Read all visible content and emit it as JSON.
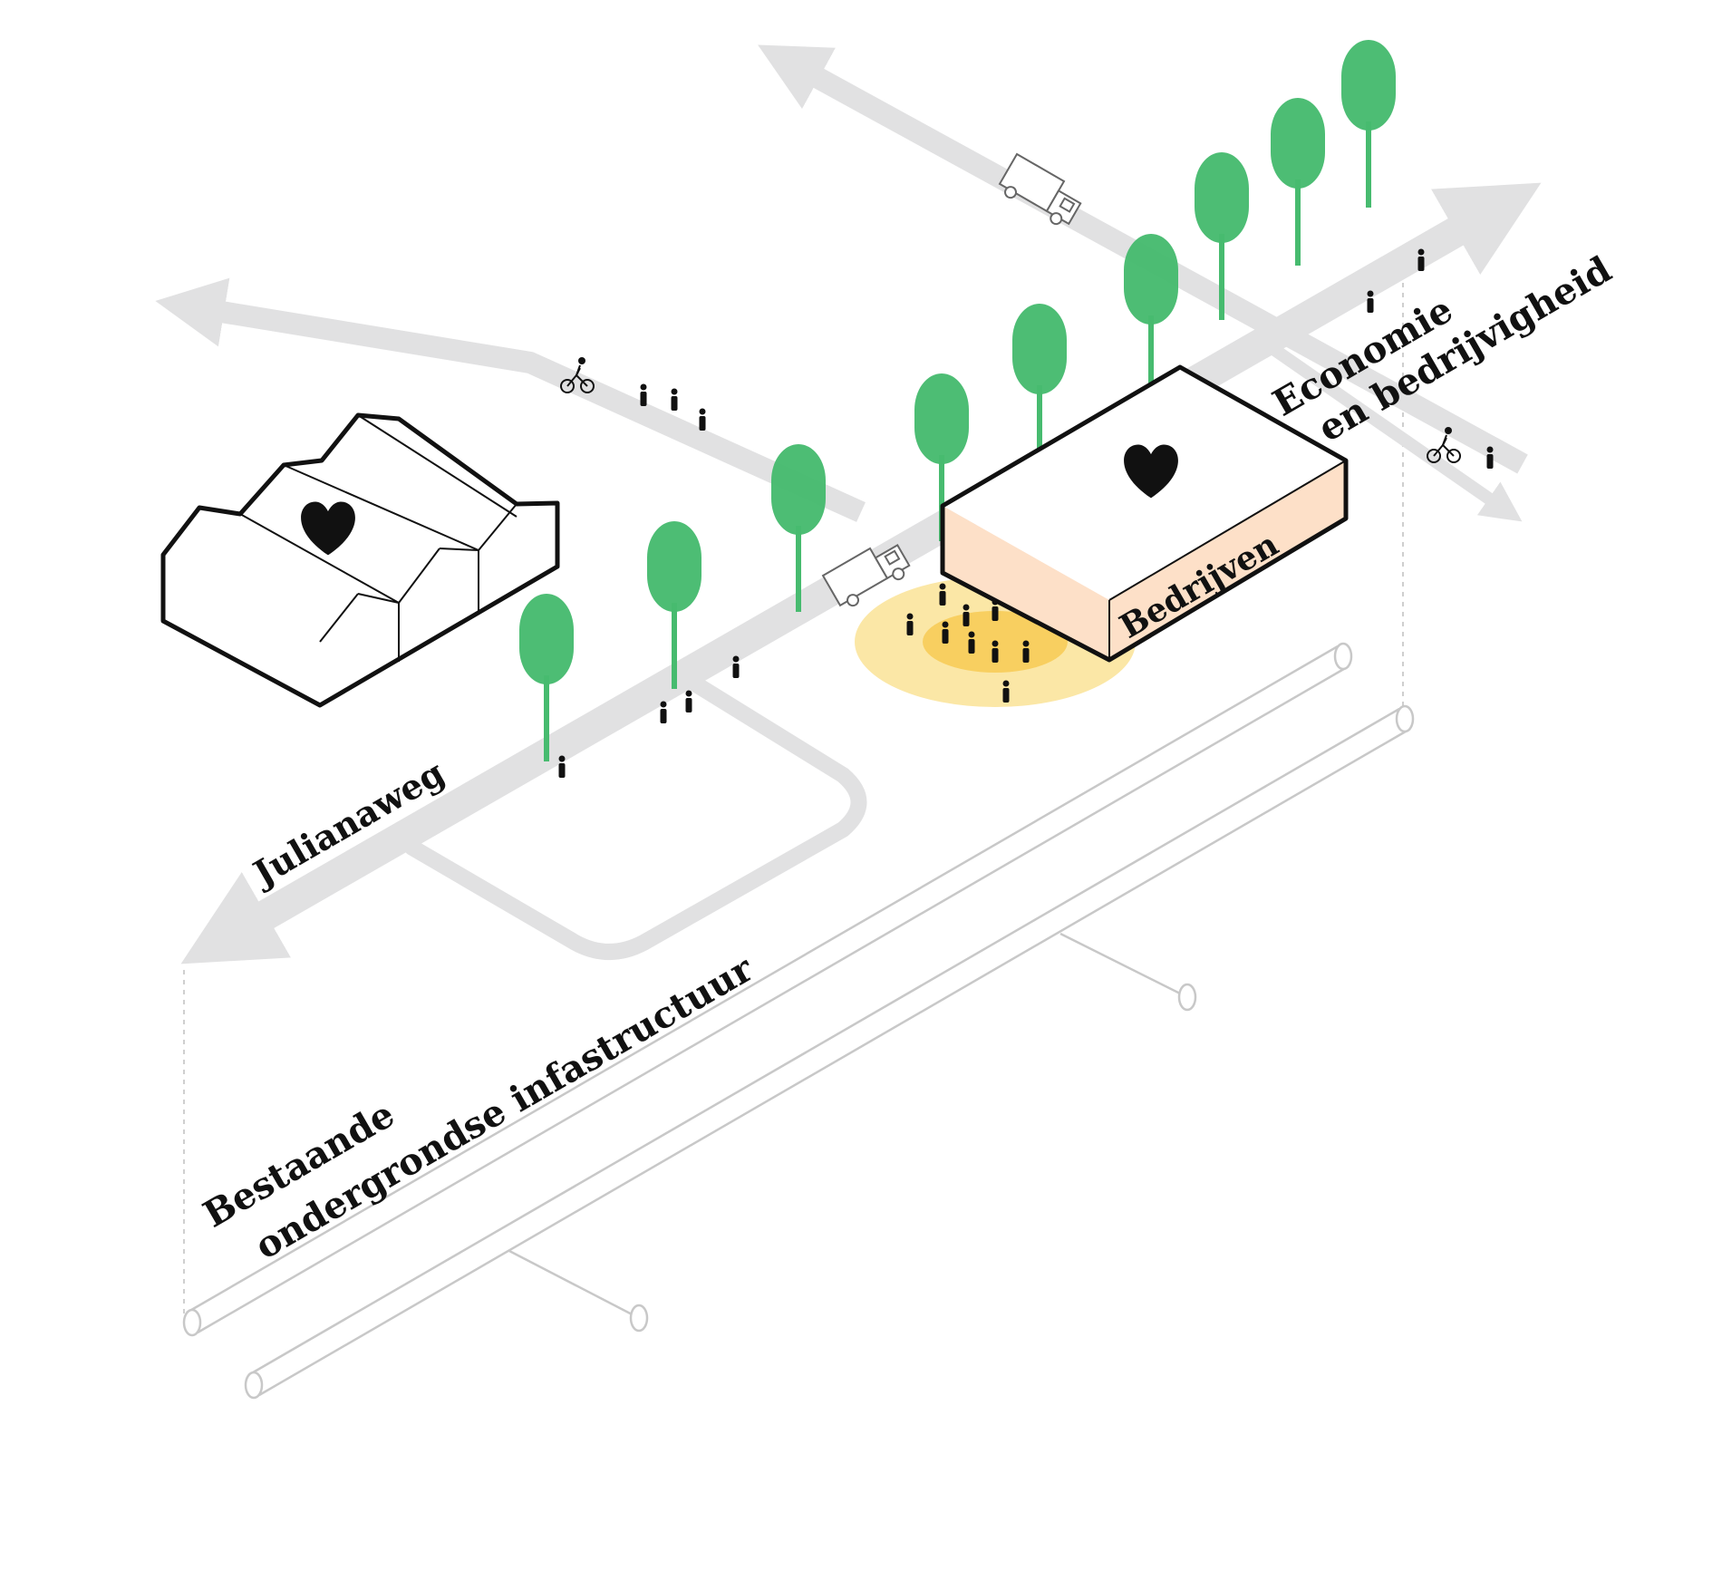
{
  "labels": {
    "road": "Julianaweg",
    "building": "Bedrijven",
    "theme_line1": "Economie",
    "theme_line2": "en bedrijvigheid",
    "infra_line1": "Bestaande",
    "infra_line2": "ondergrondse infastructuur"
  },
  "icons": {
    "heart": "heart-icon",
    "truck": "truck-icon",
    "cyclist": "cyclist-icon",
    "person": "person-icon",
    "tree": "tree-icon"
  },
  "colors": {
    "road": "#e1e1e2",
    "tree": "#47bb6f",
    "building_fill": "#ffffff",
    "building_front": "#fde0c8",
    "outline": "#111111",
    "glow_outer": "#fbe7a6",
    "glow_inner": "#f8cf60",
    "pipe": "#c8c8c8",
    "guide": "#cfcfcf"
  }
}
